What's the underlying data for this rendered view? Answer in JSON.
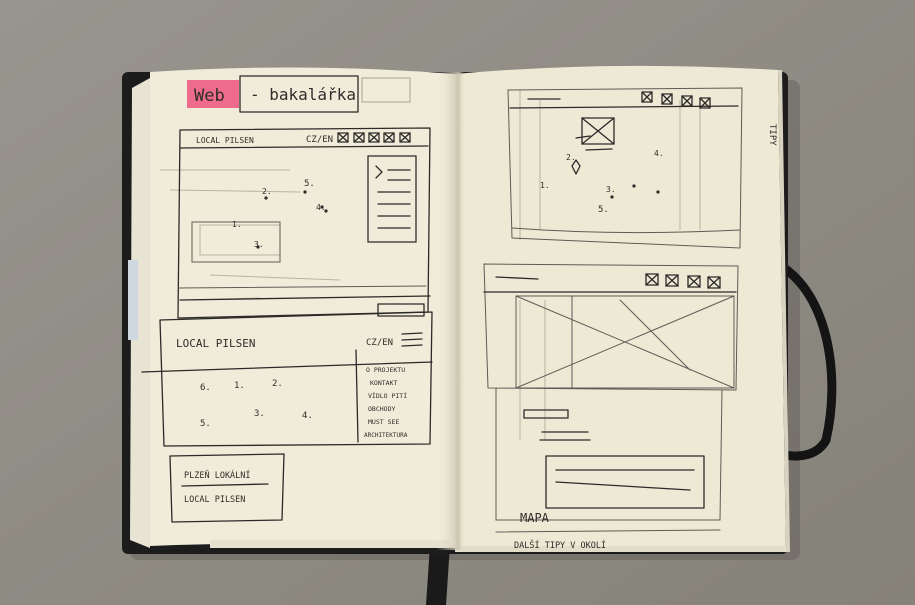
{
  "colors": {
    "background": "#8f8c86",
    "page_left": "#f0ecd9",
    "page_right": "#ede9d5",
    "pink_highlight": "#ef5f84",
    "cover": "#1c1c1d",
    "ink": "#2b2a28"
  },
  "left_page": {
    "logo_text": "Web",
    "title_text": "- bakalářka",
    "sketch1": {
      "brand": "LOCAL PILSEN",
      "lang": "CZ/EN",
      "markers": [
        "5.",
        "2.",
        "1.",
        "4.",
        "3."
      ]
    },
    "sketch2": {
      "brand": "LOCAL   PILSEN",
      "lang": "CZ/EN",
      "grid_numbers": [
        "6.",
        "1.",
        "2.",
        "5.",
        "3.",
        "4."
      ],
      "menu_items": [
        "O PROJEKTU",
        "KONTAKT",
        "VÍDLO PITÍ",
        "OBCHODY",
        "MUST SEE",
        "ARCHITEKTURA"
      ]
    },
    "logo_box": {
      "line1": "PLZEŇ LOKÁLNÍ",
      "line2": "LOCAL  PILSEN"
    }
  },
  "right_page": {
    "tab_label": "TIPY",
    "map_numbers": [
      "1.",
      "2.",
      "3.",
      "4.",
      "5."
    ],
    "mapa_label": "MAPA",
    "footer_text": "DALŠÍ  TIPY V OKOLÍ"
  }
}
